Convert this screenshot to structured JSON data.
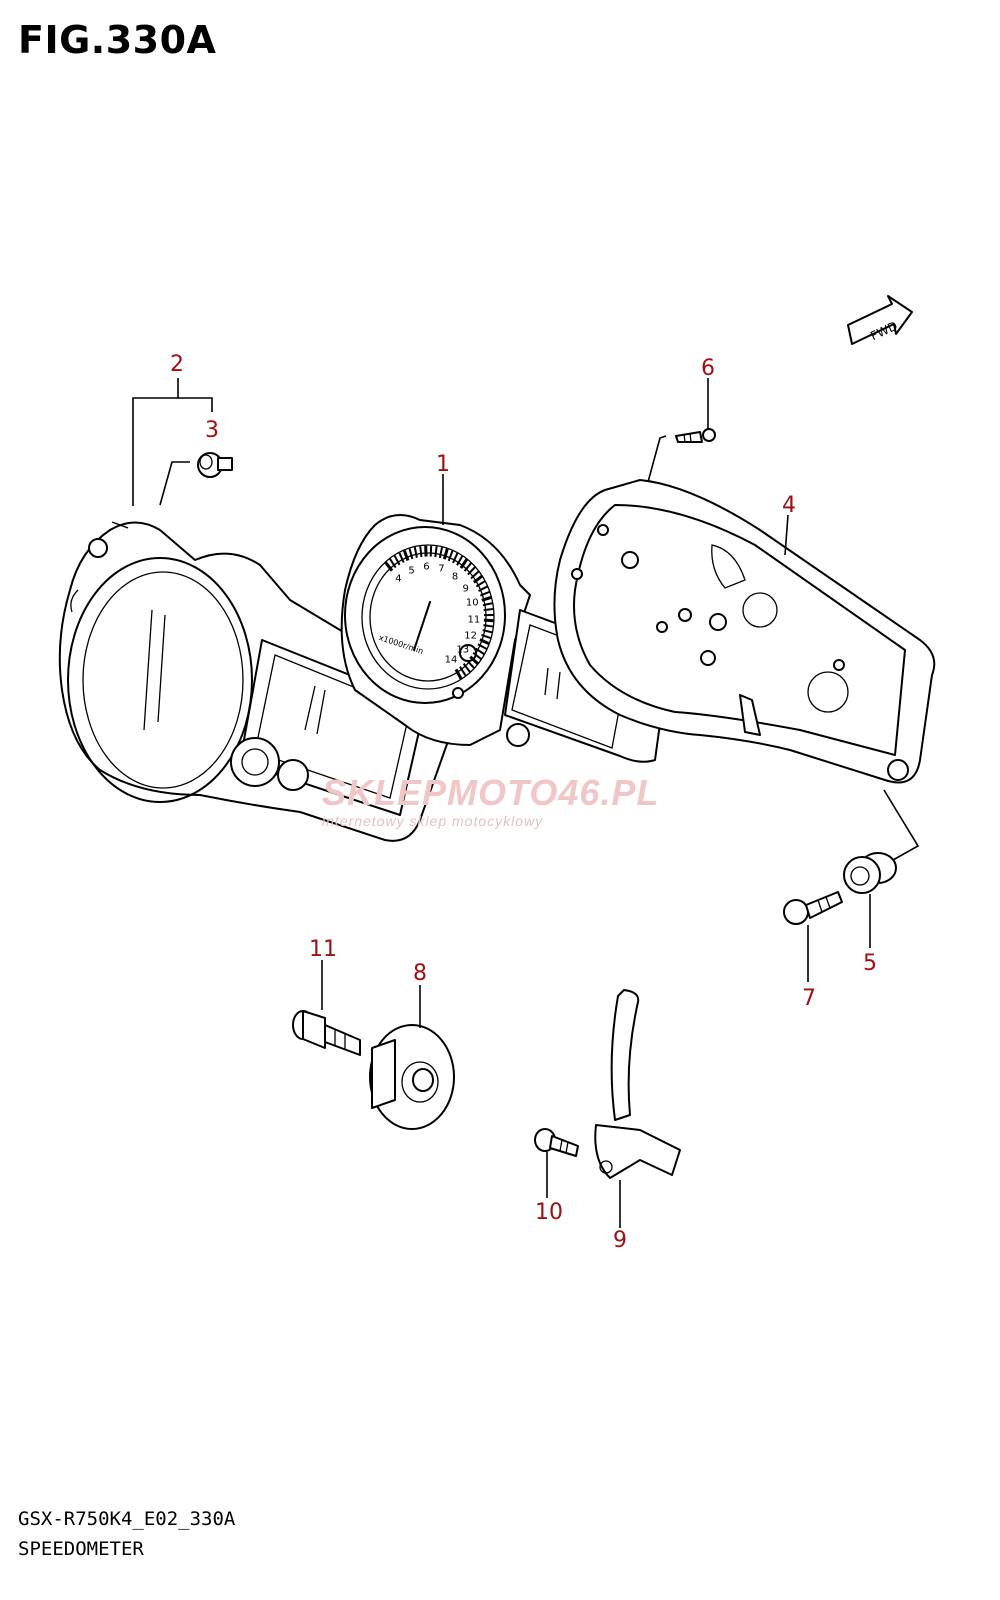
{
  "figure_title": "FIG.330A",
  "footer": {
    "model_code": "GSX-R750K4_E02_330A",
    "diagram_name": "SPEEDOMETER"
  },
  "fwd_label": "FWD",
  "callouts": [
    "1",
    "2",
    "3",
    "4",
    "5",
    "6",
    "7",
    "8",
    "9",
    "10",
    "11"
  ],
  "tachometer_scale": [
    "4",
    "5",
    "6",
    "7",
    "8",
    "9",
    "10",
    "11",
    "12",
    "13",
    "14"
  ],
  "tachometer_unit": "x1000r/min",
  "watermark": {
    "main": "SKLEPMOTO46.PL",
    "sub": "internetowy sklep motocyklowy"
  },
  "colors": {
    "callout": "#a01010",
    "line": "#000000",
    "watermark": "#f1c6c6"
  }
}
